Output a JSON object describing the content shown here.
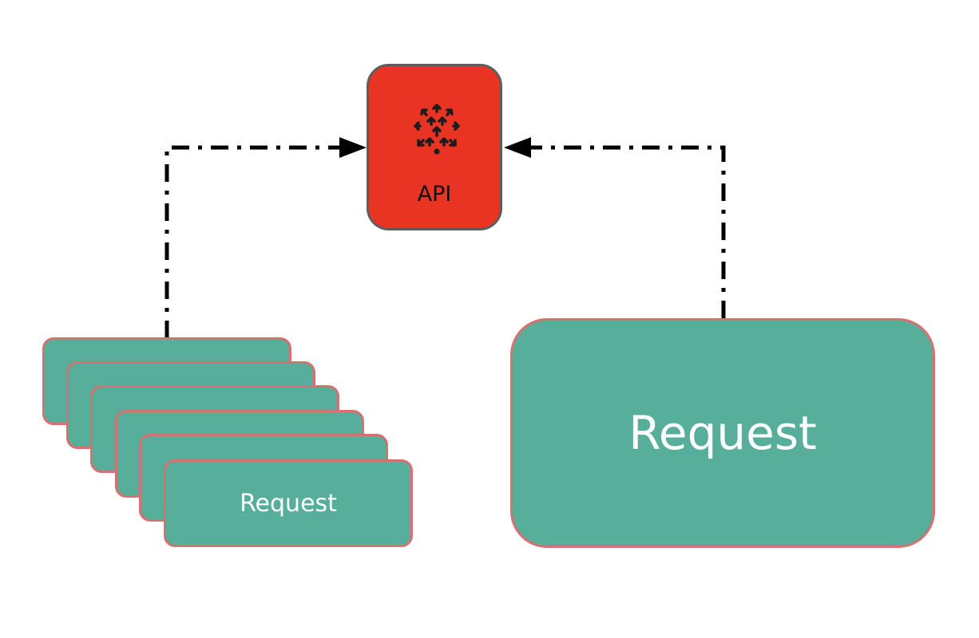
{
  "api": {
    "label": "API",
    "icon": "arrows-cluster-icon",
    "fill_color": "#e93323",
    "border_color": "#5d5d5d"
  },
  "request_stack": {
    "card_count": 6,
    "front_label": "Request",
    "fill_color": "#57ae9a",
    "border_color": "#d57171"
  },
  "single_request": {
    "label": "Request",
    "fill_color": "#57ae9a",
    "border_color": "#d57171"
  },
  "connectors": [
    {
      "from": "request-stack",
      "to": "api",
      "style": "dash-dot",
      "arrowhead": "filled-triangle"
    },
    {
      "from": "single-request",
      "to": "api",
      "style": "dash-dot",
      "arrowhead": "filled-triangle"
    }
  ]
}
